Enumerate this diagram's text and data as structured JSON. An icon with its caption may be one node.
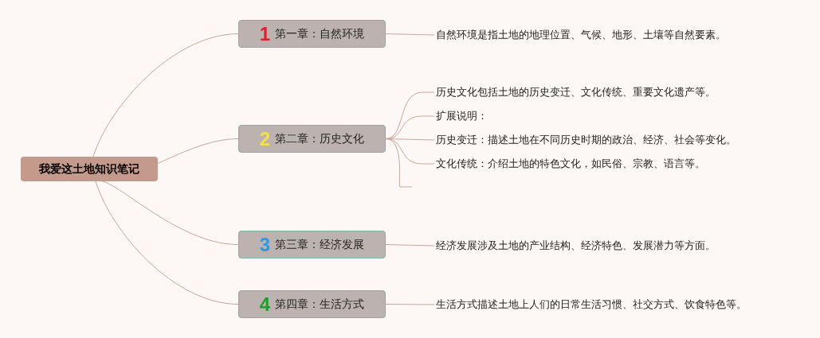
{
  "diagram": {
    "nodes": [
      {
        "text": [
          "我爱这土地知识笔记"
        ]
      },
      {
        "text": [
          "1",
          "第一章：自然环境"
        ]
      },
      {
        "text": [
          "2",
          "第二章：历史文化"
        ]
      },
      {
        "text": [
          "3",
          "第三章：经济发展"
        ]
      },
      {
        "text": [
          "4",
          "第四章：生活方式"
        ]
      },
      {
        "text": [
          "自然环境是指土地的地理位置、气候、地形、土壤等自然要素。"
        ]
      },
      {
        "text": [
          "历史文化包括土地的历史变迁、文化传统、重要文化遗产等。"
        ]
      },
      {
        "text": [
          "扩展说明："
        ]
      },
      {
        "text": [
          "历史变迁：描述土地在不同历史时期的政治、经济、社会等变化。"
        ]
      },
      {
        "text": [
          "文化传统：介绍土地的特色文化，如民俗、宗教、语言等。"
        ]
      },
      {
        "text": [
          "经济发展涉及土地的产业结构、经济特色、发展潜力等方面。"
        ]
      },
      {
        "text": [
          "生活方式描述土地上人们的日常生活习惯、社交方式、饮食特色等。"
        ]
      }
    ],
    "edges": [
      {
        "from": 0,
        "to": 1,
        "arrow": "none"
      },
      {
        "from": 0,
        "to": 2,
        "arrow": "none"
      },
      {
        "from": 0,
        "to": 3,
        "arrow": "none"
      },
      {
        "from": 0,
        "to": 4,
        "arrow": "none"
      },
      {
        "from": 1,
        "to": 5,
        "arrow": "none"
      },
      {
        "from": 2,
        "to": 6,
        "arrow": "none"
      },
      {
        "from": 2,
        "to": 7,
        "arrow": "none"
      },
      {
        "from": 2,
        "to": 8,
        "arrow": "none"
      },
      {
        "from": 2,
        "to": 9,
        "arrow": "none"
      },
      {
        "from": 2,
        "to": null,
        "arrow": "none"
      },
      {
        "from": 3,
        "to": 10,
        "arrow": "none"
      },
      {
        "from": 4,
        "to": 11,
        "arrow": "none"
      }
    ]
  }
}
